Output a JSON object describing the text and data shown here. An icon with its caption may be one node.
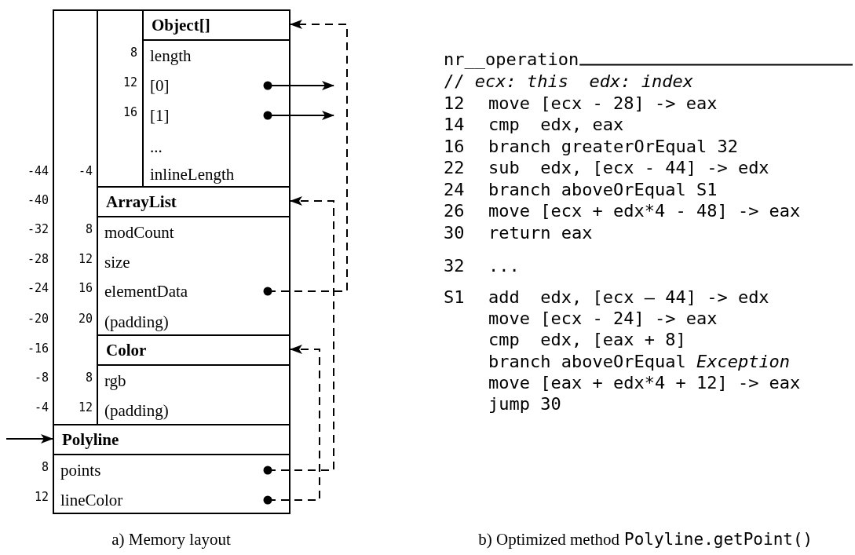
{
  "diagram": {
    "nodes": [
      {
        "text": [
          "Object[]"
        ]
      },
      {
        "text": [
          "length"
        ],
        "in": 0,
        "beside": [
          "8"
        ]
      },
      {
        "text": [
          "[0]"
        ],
        "in": 0,
        "beside": [
          "12"
        ]
      },
      {
        "text": [
          "[1]"
        ],
        "in": 0,
        "beside": [
          "16"
        ]
      },
      {
        "text": [
          "..."
        ],
        "in": 0
      },
      {
        "text": [
          "inlineLength"
        ],
        "in": 0,
        "beside": [
          "-44",
          "-4"
        ]
      },
      {
        "text": [
          "ArrayList"
        ]
      },
      {
        "text": [
          "modCount"
        ],
        "in": 6,
        "beside": [
          "-32",
          "8"
        ]
      },
      {
        "text": [
          "size"
        ],
        "in": 6,
        "beside": [
          "-28",
          "12"
        ]
      },
      {
        "text": [
          "elementData"
        ],
        "in": 6,
        "beside": [
          "-24",
          "16"
        ]
      },
      {
        "text": [
          "(padding)"
        ],
        "in": 6,
        "beside": [
          "-20",
          "20"
        ]
      },
      {
        "text": [
          "Color"
        ]
      },
      {
        "text": [
          "rgb"
        ],
        "in": 11,
        "beside": [
          "-8",
          "8"
        ]
      },
      {
        "text": [
          "(padding)"
        ],
        "in": 11,
        "beside": [
          "-4",
          "12"
        ]
      },
      {
        "text": [
          "Polyline"
        ]
      },
      {
        "text": [
          "points"
        ],
        "in": 14,
        "beside": [
          "8"
        ]
      },
      {
        "text": [
          "lineColor"
        ],
        "in": 14,
        "beside": [
          "12"
        ]
      }
    ],
    "edges": [
      {
        "from": 2,
        "to": null,
        "arrow": "to"
      },
      {
        "from": 3,
        "to": null,
        "arrow": "to"
      },
      {
        "from": 9,
        "to": 0,
        "arrow": "to",
        "style": "dashed"
      },
      {
        "from": 15,
        "to": 6,
        "arrow": "to",
        "style": "dashed"
      },
      {
        "from": 16,
        "to": 11,
        "arrow": "to",
        "style": "dashed"
      },
      {
        "from": null,
        "to": 14,
        "arrow": "to"
      }
    ],
    "labels": [
      "-40",
      "-16",
      "nr__operation",
      "// *ecx: this  edx: index*",
      "12",
      "move [ecx - 28] -> eax",
      "14",
      "cmp  edx, eax",
      "16",
      "branch greaterOrEqual 32",
      "22",
      "sub  edx, [ecx - 44] -> edx",
      "24",
      "branch aboveOrEqual S1",
      "26",
      "move [ecx + edx*4 - 48] -> eax",
      "30",
      "return eax",
      "32",
      "...",
      "S1",
      "add  edx, [ecx – 44] -> edx",
      "move [ecx - 24] -> eax",
      "cmp  edx, [eax + 8]",
      "branch aboveOrEqual *Exception*",
      "move [eax + edx*4 + 12] -> eax",
      "jump 30",
      "a) Memory layout",
      "b) Optimized method",
      "Polyline.getPoint()"
    ]
  }
}
